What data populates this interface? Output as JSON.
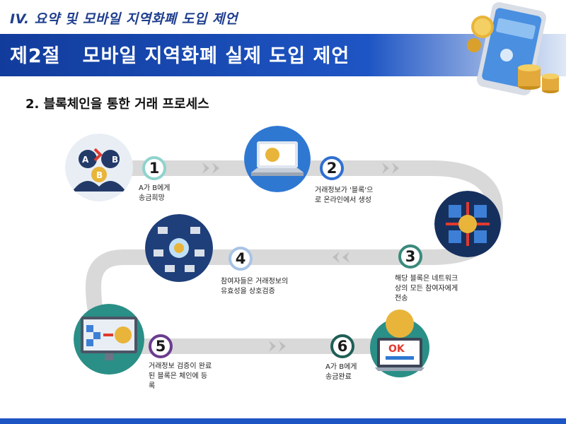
{
  "header": {
    "chapter": "IV.  요약 및 모바일 지역화폐 도입 제언",
    "banner_title": "제2절   모바일 지역화폐 실제 도입 제언"
  },
  "section_title": "2. 블록체인을 통한 거래 프로세스",
  "steps": [
    {
      "number": "1",
      "lines": [
        "A가 B에게",
        "송금희망"
      ]
    },
    {
      "number": "2",
      "lines": [
        "거래정보가 '블록'으",
        "로 온라인에서 생성"
      ]
    },
    {
      "number": "3",
      "lines": [
        "해당 블록은 네트워크",
        "상의 모든 참여자에게",
        "전송"
      ]
    },
    {
      "number": "4",
      "lines": [
        "참여자들은 거래정보의",
        "유효성을 상호검증"
      ]
    },
    {
      "number": "5",
      "lines": [
        "거래정보 검증이 완료",
        "된 블록은 체인에 등",
        "록"
      ]
    },
    {
      "number": "6",
      "lines": [
        "A가 B에게",
        "송금완료"
      ]
    }
  ],
  "illustrations": {
    "person_a": "A",
    "person_b": "B",
    "coin_symbol": "B",
    "ok_label": "OK"
  },
  "colors": {
    "banner": "#1e55c4",
    "chapter_text": "#1f3f8f",
    "path": "#d6d6d6",
    "coin": "#e8b53a"
  }
}
